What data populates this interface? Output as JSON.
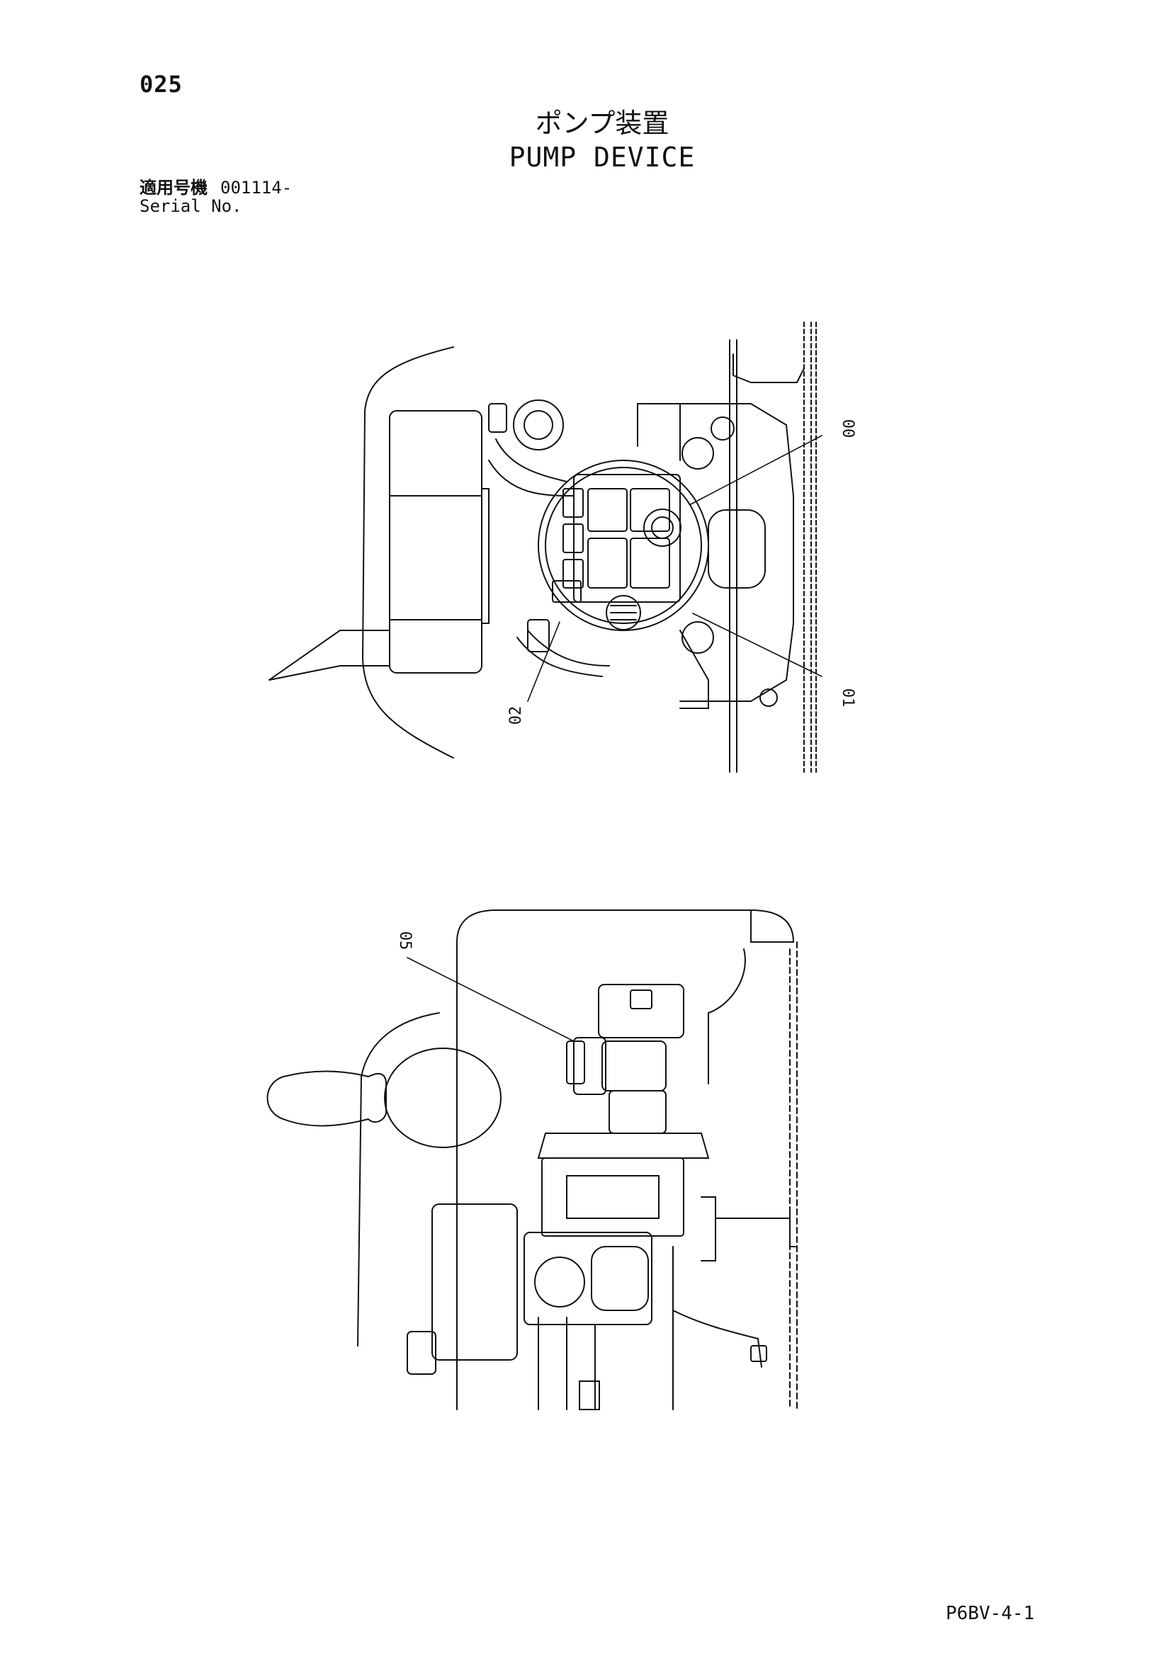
{
  "page": {
    "number": "025",
    "title_jp": "ポンプ装置",
    "title_en": "PUMP DEVICE",
    "serial_label_jp": "適用号機",
    "serial_value": "001114-",
    "serial_label_en": "Serial No.",
    "doc_code": "P6BV-4-1"
  },
  "callouts": {
    "c00": "00",
    "c01": "01",
    "c02": "02",
    "c05": "05"
  }
}
